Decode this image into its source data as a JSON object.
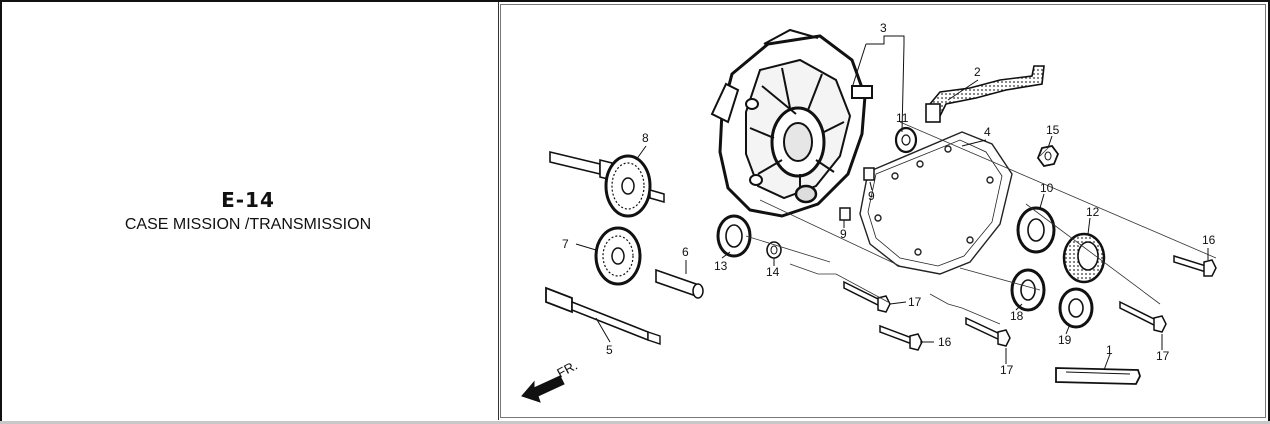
{
  "section": {
    "code": "E-14",
    "title": "CASE MISSION /TRANSMISSION"
  },
  "diagram": {
    "direction_label": "FR.",
    "callouts": [
      "1",
      "2",
      "3",
      "4",
      "5",
      "6",
      "7",
      "8",
      "9",
      "9",
      "10",
      "11",
      "12",
      "13",
      "14",
      "15",
      "16",
      "16",
      "17",
      "17",
      "17",
      "18",
      "19"
    ]
  }
}
